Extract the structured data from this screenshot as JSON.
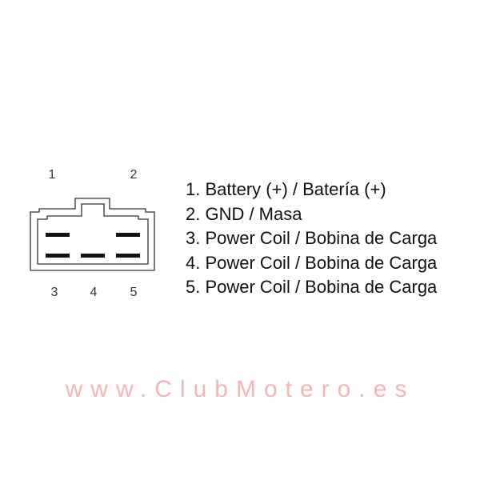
{
  "connector": {
    "pin_labels": [
      "1",
      "2",
      "3",
      "4",
      "5"
    ]
  },
  "legend": [
    "1. Battery (+) / Batería (+)",
    "2. GND / Masa",
    "3. Power Coil / Bobina de Carga",
    "4. Power Coil / Bobina de Carga",
    "5. Power Coil / Bobina de Carga"
  ],
  "watermark": "www.ClubMotero.es",
  "colors": {
    "watermark": "#eb7878",
    "line": "#222222"
  }
}
